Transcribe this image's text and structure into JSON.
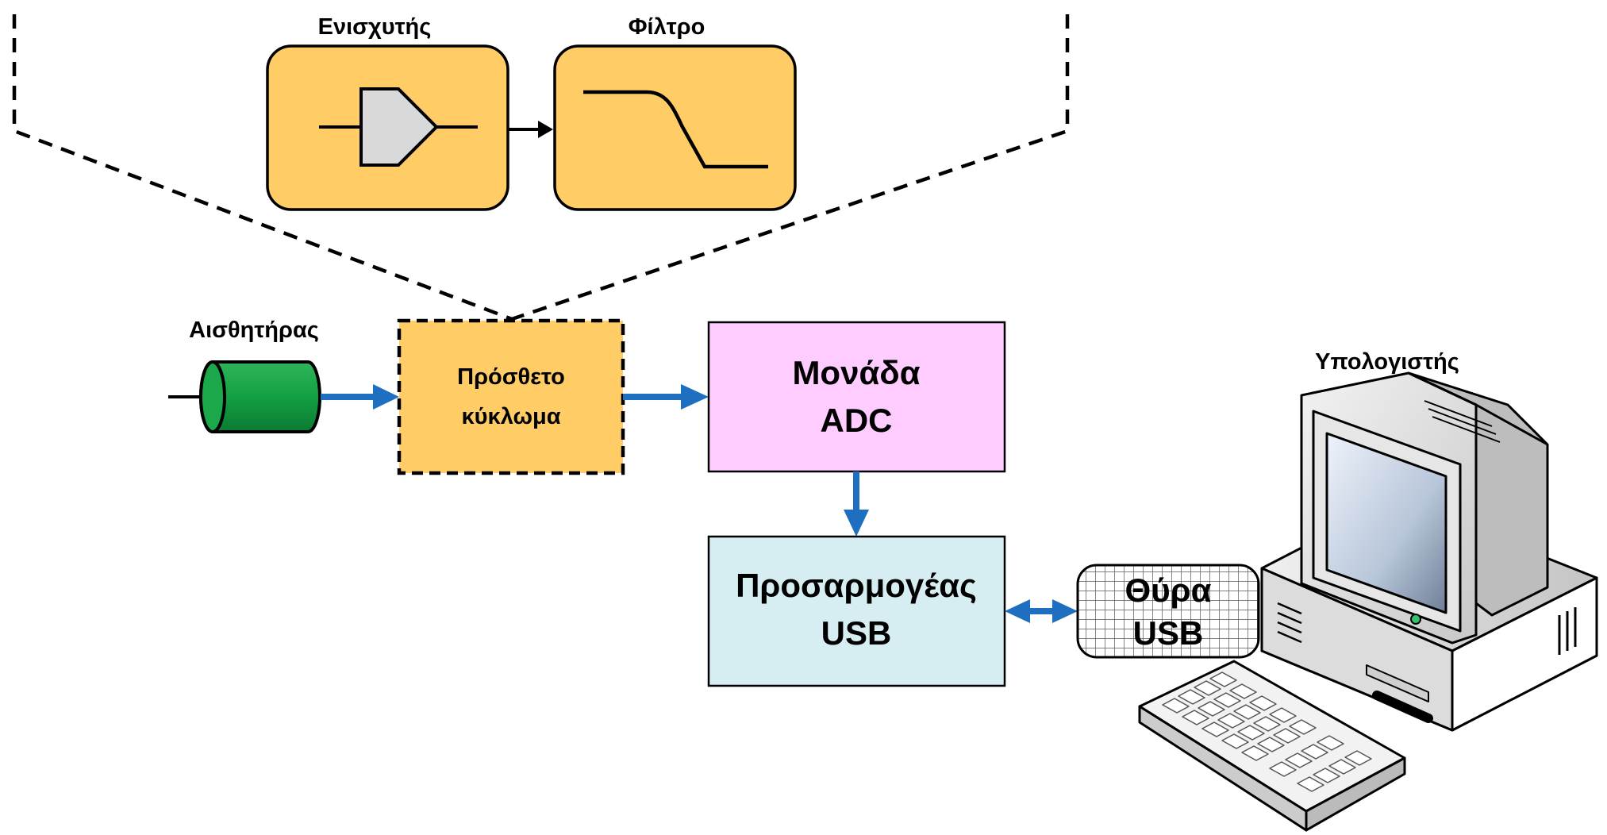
{
  "labels": {
    "amplifier": "Ενισχυτής",
    "filter": "Φίλτρο",
    "sensor": "Αισθητήρας",
    "extra_circuit": [
      "Πρόσθετο",
      "κύκλωμα"
    ],
    "adc_unit": [
      "Μονάδα",
      "ADC"
    ],
    "usb_adapter": [
      "Προσαρμογέας",
      "USB"
    ],
    "usb_port": [
      "Θύρα",
      "USB"
    ],
    "computer": "Υπολογιστής"
  },
  "colors": {
    "orange_block": "#FFCC66",
    "pink_block": "#FFCCFF",
    "blue_block": "#D6EEF2",
    "sensor_green": "#16A34A",
    "arrow_blue": "#1F6FC0",
    "amp_gray": "#D9D9D9"
  },
  "icons": [
    "amplifier-symbol",
    "lowpass-filter-curve",
    "sensor-cylinder",
    "computer-icon",
    "keyboard-icon",
    "usb-grid"
  ]
}
